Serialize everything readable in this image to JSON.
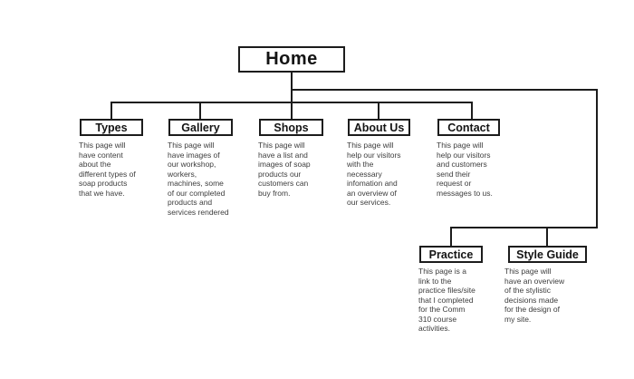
{
  "diagram": {
    "title": "Home",
    "colors": {
      "line": "#1c1c1c",
      "box_border": "#1c1c1c",
      "box_fill": "#ffffff",
      "label_text": "#141414",
      "body_text": "#3d3d3d"
    }
  },
  "root": {
    "label": "Home"
  },
  "children": [
    {
      "label": "Types",
      "description": "This page will\nhave content\nabout the\ndifferent types of\nsoap products\nthat we have."
    },
    {
      "label": "Gallery",
      "description": "This page will\nhave images of\nour workshop,\nworkers,\nmachines, some\nof our completed\nproducts and\nservices rendered"
    },
    {
      "label": "Shops",
      "description": "This page will\nhave a list and\nimages of soap\nproducts our\ncustomers can\nbuy from."
    },
    {
      "label": "About Us",
      "description": "This page will\nhelp our visitors\nwith the\nnecessary\ninfomation and\nan overview of\nour services."
    },
    {
      "label": "Contact",
      "description": "This page will\nhelp our visitors\nand customers\nsend their\nrequest or\nmessages to us."
    }
  ],
  "secondary": [
    {
      "label": "Practice",
      "description": "This page is a\nlink to the\npractice files/site\nthat I completed\nfor the Comm\n310 course\nactivities."
    },
    {
      "label": "Style Guide",
      "description": "This page will\nhave an overview\nof the stylistic\ndecisions made\nfor the design of\nmy site."
    }
  ]
}
